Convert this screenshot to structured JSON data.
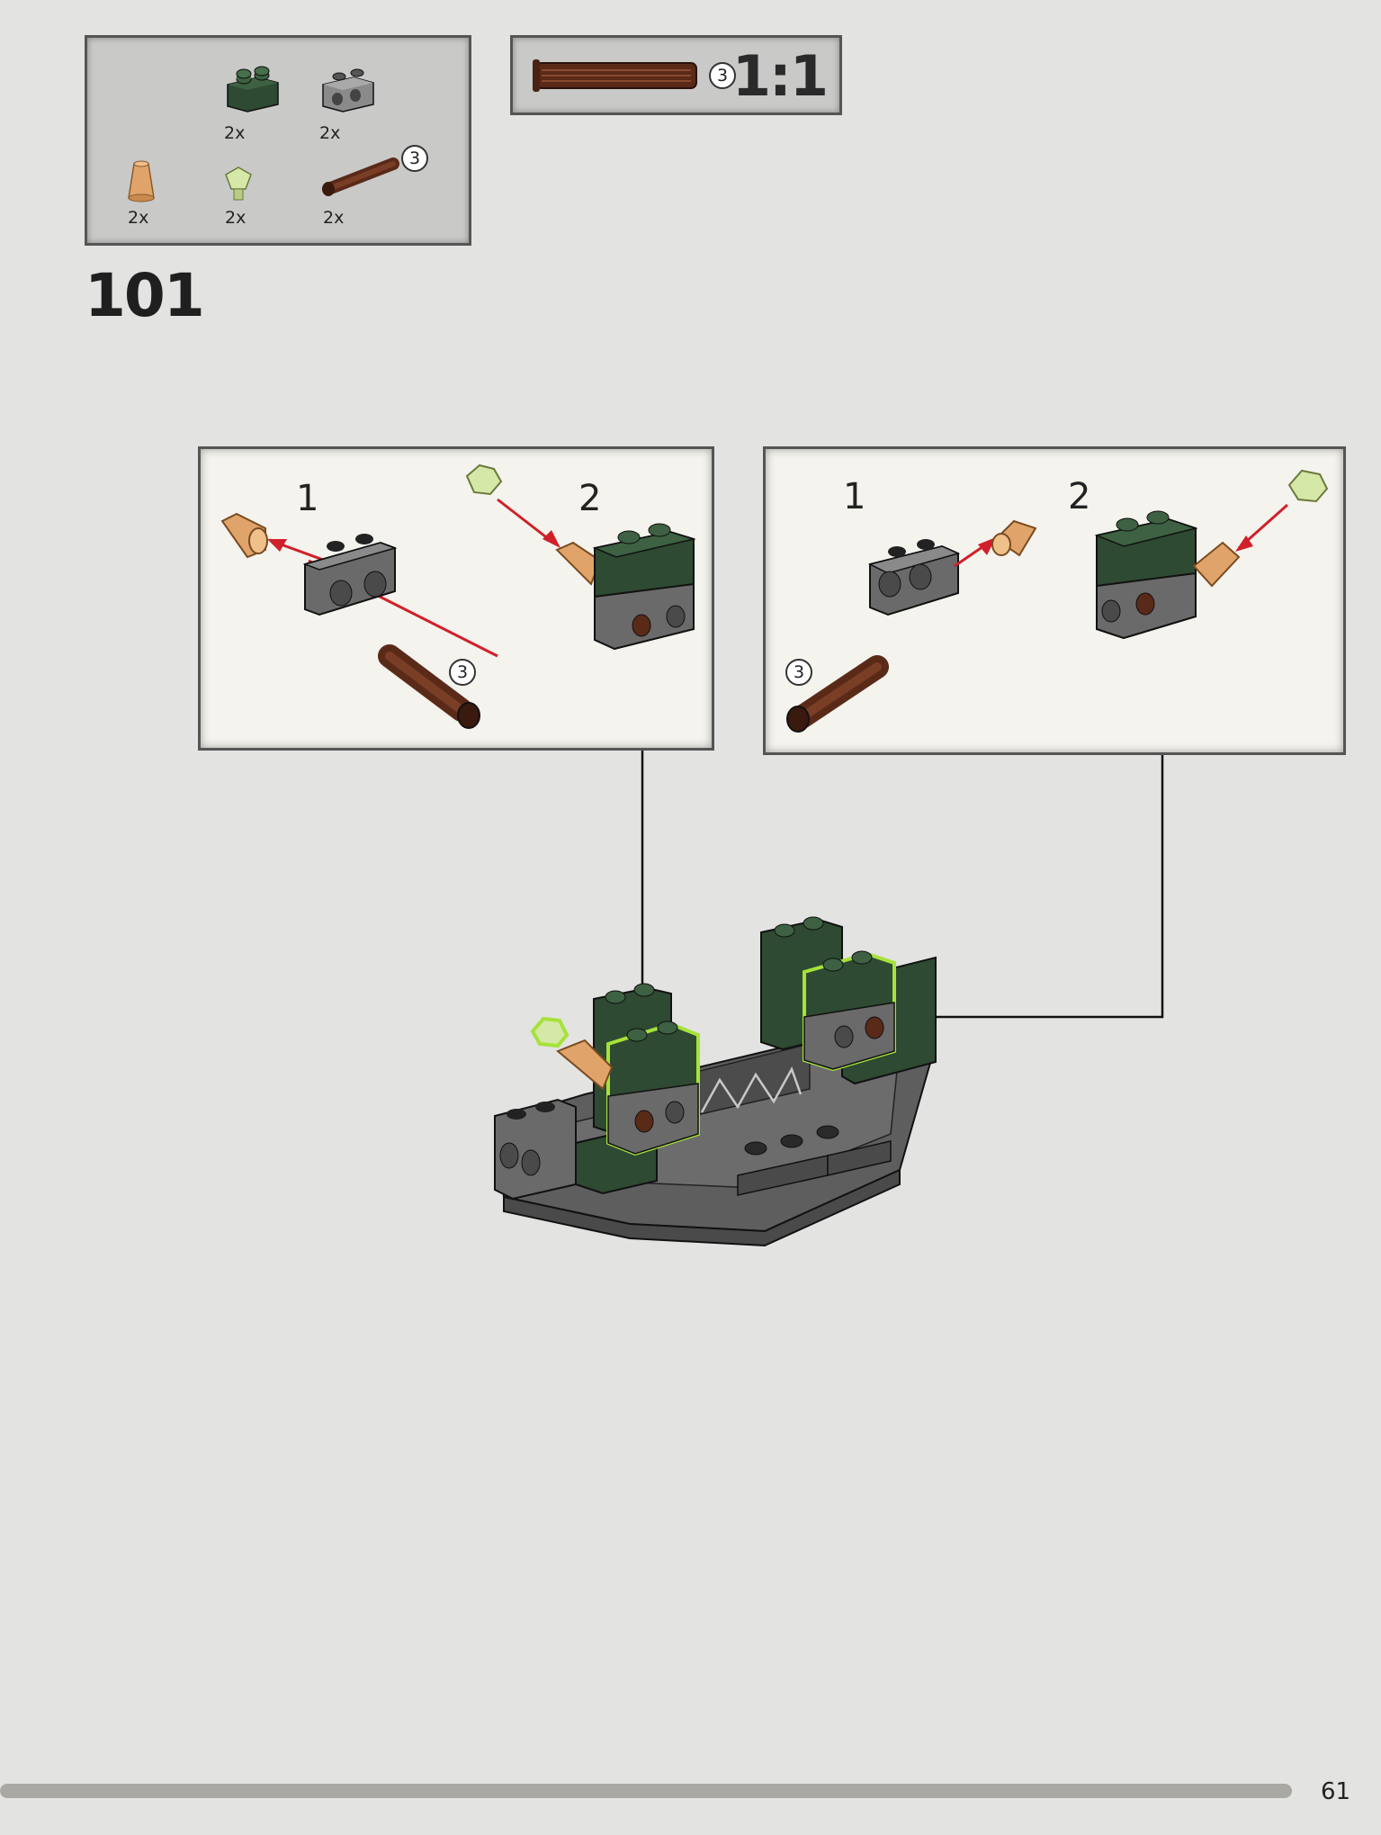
{
  "parts_list": {
    "items": [
      {
        "name": "green-brick-1x2",
        "qty": "2x"
      },
      {
        "name": "gray-technic-brick-1x2",
        "qty": "2x"
      },
      {
        "name": "tan-cone",
        "qty": "2x"
      },
      {
        "name": "trans-green-jewel",
        "qty": "2x"
      },
      {
        "name": "brown-axle-pin",
        "qty": "2x",
        "length": "3"
      }
    ]
  },
  "scale_reference": {
    "length": "3",
    "label": "1:1"
  },
  "step": {
    "number": "101"
  },
  "sub_assembly_left": {
    "step1": "1",
    "step2": "2",
    "pin_length": "3"
  },
  "sub_assembly_right": {
    "step1": "1",
    "step2": "2",
    "pin_length": "3"
  },
  "footer": {
    "page_number": "61"
  },
  "colors": {
    "background": "#e3e3e2",
    "dark_green": "#2e4a32",
    "dark_gray": "#6a6a6a",
    "tan": "#e0a46a",
    "brown": "#5a2a18",
    "callout_bg": "#f4f3ed",
    "highlight": "#a6e23a",
    "arrow_red": "#d0202a"
  }
}
